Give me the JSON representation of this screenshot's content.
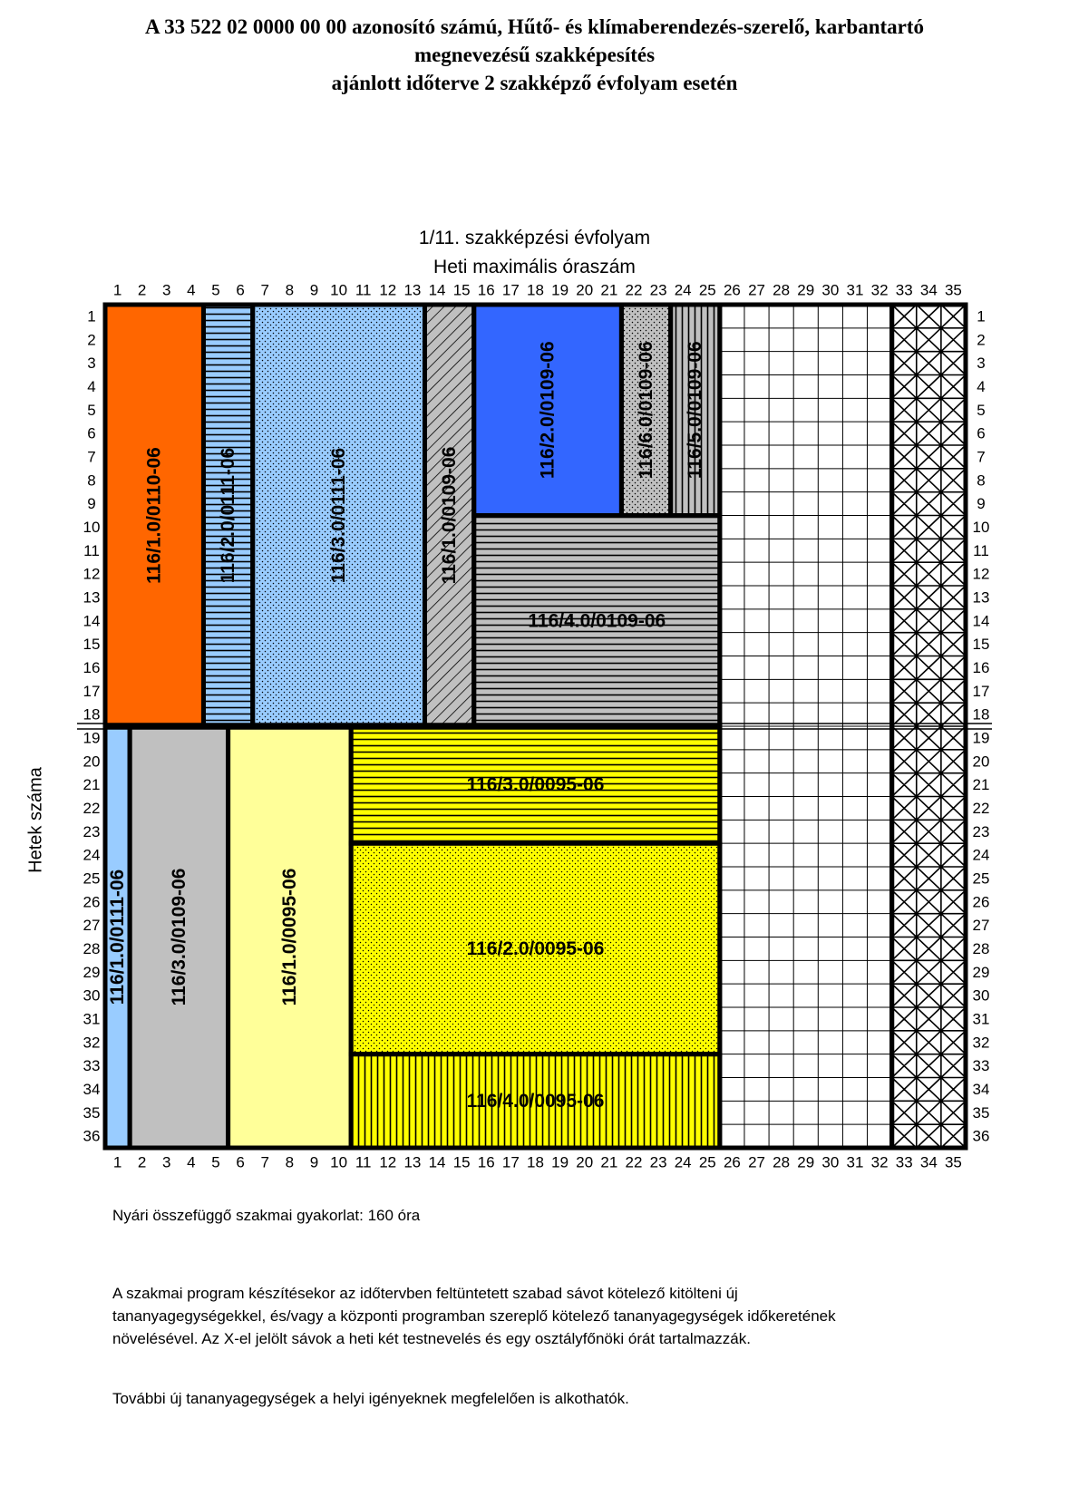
{
  "title": {
    "line1": "A 33 522 02 0000 00 00 azonosító számú, Hűtő- és klímaberendezés-szerelő, karbantartó",
    "line2": "megnevezésű szakképesítés",
    "line3": "ajánlott időterve 2 szakképző évfolyam esetén"
  },
  "chart": {
    "heading1": "1/11. szakképzési évfolyam",
    "heading2": "Heti maximális óraszám",
    "y_axis_label": "Hetek száma",
    "columns": 35,
    "weeks": 36,
    "semester_divider_after_week": 18,
    "blocks": [
      {
        "label": "116/1.0/0110-06",
        "col_start": 1,
        "col_end": 4,
        "week_start": 1,
        "week_end": 18,
        "fill": "#ff6600",
        "pattern": "solid",
        "text_orientation": "vertical"
      },
      {
        "label": "116/2.0/0111-06",
        "col_start": 5,
        "col_end": 6,
        "week_start": 1,
        "week_end": 18,
        "fill": "#99ccff",
        "pattern": "horizontal-lines",
        "text_orientation": "vertical"
      },
      {
        "label": "116/3.0/0111-06",
        "col_start": 7,
        "col_end": 13,
        "week_start": 1,
        "week_end": 18,
        "fill": "#99ccff",
        "pattern": "dots",
        "text_orientation": "vertical"
      },
      {
        "label": "116/1.0/0109-06",
        "col_start": 14,
        "col_end": 15,
        "week_start": 1,
        "week_end": 18,
        "fill": "#c0c0c0",
        "pattern": "diagonal-lines",
        "text_orientation": "vertical"
      },
      {
        "label": "116/2.0/0109-06",
        "col_start": 16,
        "col_end": 21,
        "week_start": 1,
        "week_end": 9,
        "fill": "#3366ff",
        "pattern": "solid",
        "text_orientation": "vertical"
      },
      {
        "label": "116/6.0/0109-06",
        "col_start": 22,
        "col_end": 23,
        "week_start": 1,
        "week_end": 9,
        "fill": "#c0c0c0",
        "pattern": "dots",
        "text_orientation": "vertical"
      },
      {
        "label": "116/5.0/0109-06",
        "col_start": 24,
        "col_end": 25,
        "week_start": 1,
        "week_end": 9,
        "fill": "#c0c0c0",
        "pattern": "vertical-lines",
        "text_orientation": "vertical"
      },
      {
        "label": "116/4.0/0109-06",
        "col_start": 16,
        "col_end": 25,
        "week_start": 10,
        "week_end": 18,
        "fill": "#c0c0c0",
        "pattern": "horizontal-lines",
        "text_orientation": "horizontal"
      },
      {
        "label": "",
        "col_start": 26,
        "col_end": 32,
        "week_start": 1,
        "week_end": 36,
        "fill": "#ffffff",
        "pattern": "cell-grid",
        "text_orientation": "horizontal"
      },
      {
        "label": "",
        "col_start": 33,
        "col_end": 35,
        "week_start": 1,
        "week_end": 36,
        "fill": "#ffffff",
        "pattern": "cross-x",
        "text_orientation": "horizontal"
      },
      {
        "label": "116/1.0/0111-06",
        "col_start": 1,
        "col_end": 1,
        "week_start": 19,
        "week_end": 36,
        "fill": "#99ccff",
        "pattern": "solid",
        "text_orientation": "vertical"
      },
      {
        "label": "116/3.0/0109-06",
        "col_start": 2,
        "col_end": 5,
        "week_start": 19,
        "week_end": 36,
        "fill": "#c0c0c0",
        "pattern": "solid",
        "text_orientation": "vertical"
      },
      {
        "label": "116/1.0/0095-06",
        "col_start": 6,
        "col_end": 10,
        "week_start": 19,
        "week_end": 36,
        "fill": "#ffff99",
        "pattern": "solid",
        "text_orientation": "vertical"
      },
      {
        "label": "116/3.0/0095-06",
        "col_start": 11,
        "col_end": 25,
        "week_start": 19,
        "week_end": 23,
        "fill": "#ffff00",
        "pattern": "horizontal-lines",
        "text_orientation": "horizontal"
      },
      {
        "label": "116/2.0/0095-06",
        "col_start": 11,
        "col_end": 25,
        "week_start": 24,
        "week_end": 32,
        "fill": "#ffff00",
        "pattern": "dots",
        "text_orientation": "horizontal"
      },
      {
        "label": "116/4.0/0095-06",
        "col_start": 11,
        "col_end": 25,
        "week_start": 33,
        "week_end": 36,
        "fill": "#ffff00",
        "pattern": "vertical-lines",
        "text_orientation": "horizontal"
      }
    ]
  },
  "notes": {
    "summer_practice": "Nyári összefüggő szakmai gyakorlat: 160 óra",
    "para1_line1": "A szakmai program készítésekor az időtervben feltüntetett szabad sávot kötelező kitölteni új",
    "para1_line2": "tananyagegységekkel, és/vagy a központi programban szereplő kötelező tananyagegységek időkeretének",
    "para1_line3": "növelésével. Az X-el jelölt sávok a heti két testnevelés és egy osztályfőnöki órát tartalmazzák.",
    "para2": "További új tananyagegységek a helyi igényeknek megfelelően is alkothatók."
  }
}
